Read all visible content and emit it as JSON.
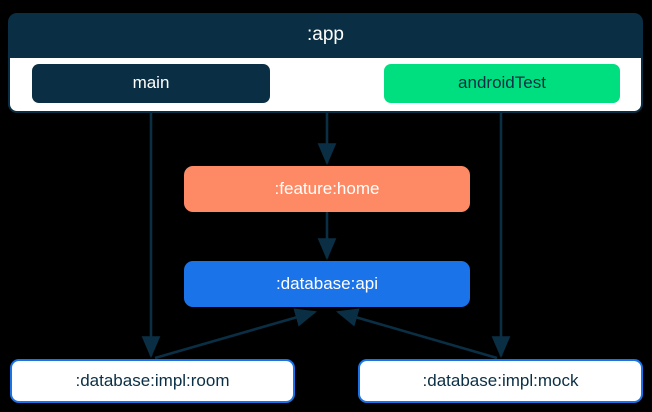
{
  "diagram": {
    "type": "module-dependency-graph",
    "background_color": "#000000",
    "edge_color": "#0a2f44",
    "nodes": {
      "app": {
        "label": ":app",
        "color": "#0a2f44",
        "text_color": "#ffffff",
        "kind": "container"
      },
      "main": {
        "label": "main",
        "color": "#0a2f44",
        "text_color": "#ffffff",
        "kind": "source-set"
      },
      "android_test": {
        "label": "androidTest",
        "color": "#00df7f",
        "text_color": "#0a2f44",
        "kind": "source-set"
      },
      "feature_home": {
        "label": ":feature:home",
        "color": "#fd8a64",
        "text_color": "#ffffff",
        "kind": "module"
      },
      "database_api": {
        "label": ":database:api",
        "color": "#1a73e8",
        "text_color": "#ffffff",
        "kind": "module"
      },
      "impl_room": {
        "label": ":database:impl:room",
        "color": "#ffffff",
        "border_color": "#1a73e8",
        "text_color": "#0a2f44",
        "kind": "module"
      },
      "impl_mock": {
        "label": ":database:impl:mock",
        "color": "#ffffff",
        "border_color": "#1a73e8",
        "text_color": "#0a2f44",
        "kind": "module"
      }
    },
    "edges": [
      {
        "from": "app",
        "to": "feature_home"
      },
      {
        "from": "feature_home",
        "to": "database_api"
      },
      {
        "from": "main",
        "to": "impl_room"
      },
      {
        "from": "android_test",
        "to": "impl_mock"
      },
      {
        "from": "impl_room",
        "to": "database_api"
      },
      {
        "from": "impl_mock",
        "to": "database_api"
      }
    ]
  }
}
